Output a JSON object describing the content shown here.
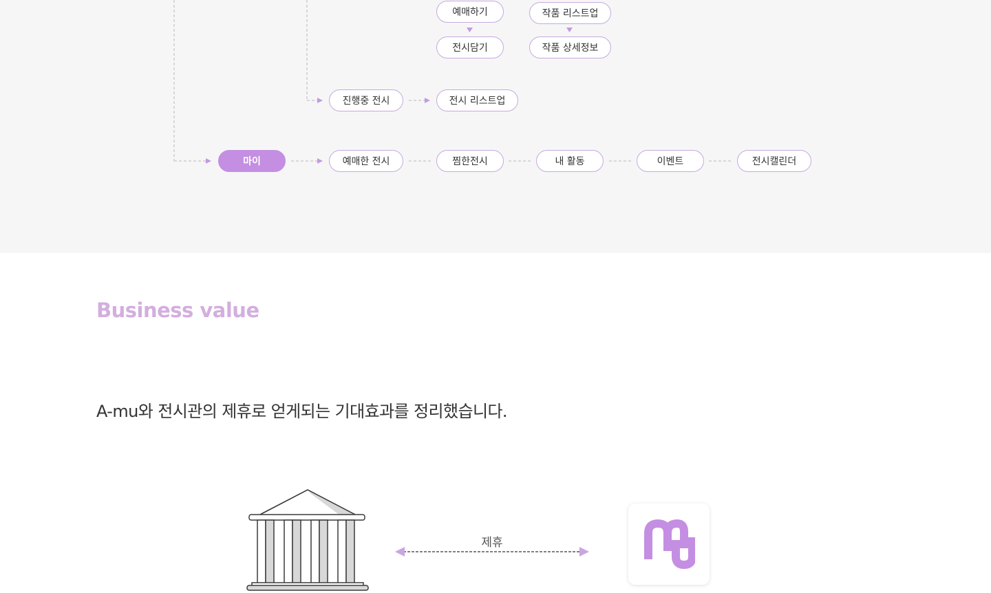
{
  "flow": {
    "nodes": {
      "ticketing": "예매하기",
      "add_exhibition": "전시담기",
      "artwork_list": "작품 리스트업",
      "artwork_detail": "작품 상세정보",
      "ongoing_exhibition": "진행중 전시",
      "exhibition_list": "전시 리스트업",
      "my": "마이",
      "booked_exhibition": "예매한 전시",
      "saved_exhibition": "찜한전시",
      "my_activity": "내 활동",
      "event": "이벤트",
      "exhibition_calendar": "전시캘린더"
    },
    "active_node": "my",
    "accent_color": "#c48ee2",
    "border_color": "#c6a9dc"
  },
  "business_value": {
    "title": "Business value",
    "description": "A-mu와 전시관의 제휴로 얻게되는 기대효과를 정리했습니다.",
    "partnership_label": "제휴",
    "icons": {
      "museum": "museum-building-icon",
      "app_logo": "amu-logo-icon"
    }
  }
}
